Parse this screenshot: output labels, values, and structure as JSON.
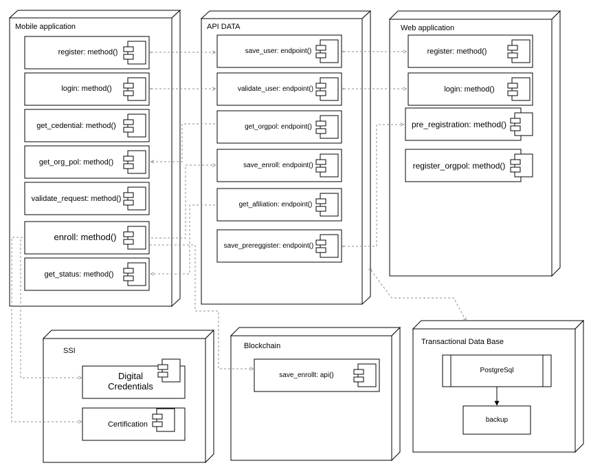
{
  "nodes": {
    "mobile": "Mobile application",
    "api": "API DATA",
    "web": "Web application",
    "ssi": "SSI",
    "blockchain": "Blockchain",
    "tdb": "Transactional Data Base"
  },
  "mobile_components": [
    "register: method()",
    "login: method()",
    "get_cedential: method()",
    "get_org_pol: method()",
    "validate_request: method()",
    "enroll: method()",
    "get_status: method()"
  ],
  "api_components": [
    "save_user: endpoint()",
    "validate_user: endpoint()",
    "get_orgpol: endpoint()",
    "save_enroll: endpoint()",
    "get_afiliation: endpoint()",
    "save_prereggister: endpoint()"
  ],
  "web_components": [
    "register: method()",
    "login: method()",
    "pre_registration: method()",
    "register_orgpol: method()"
  ],
  "ssi_components": {
    "digital_line1": "Digital",
    "digital_line2": "Credentials",
    "certification": "Certification"
  },
  "blockchain_components": [
    "save_enrollt: api()"
  ],
  "db": {
    "postgres": "PostgreSql",
    "backup": "backup"
  }
}
